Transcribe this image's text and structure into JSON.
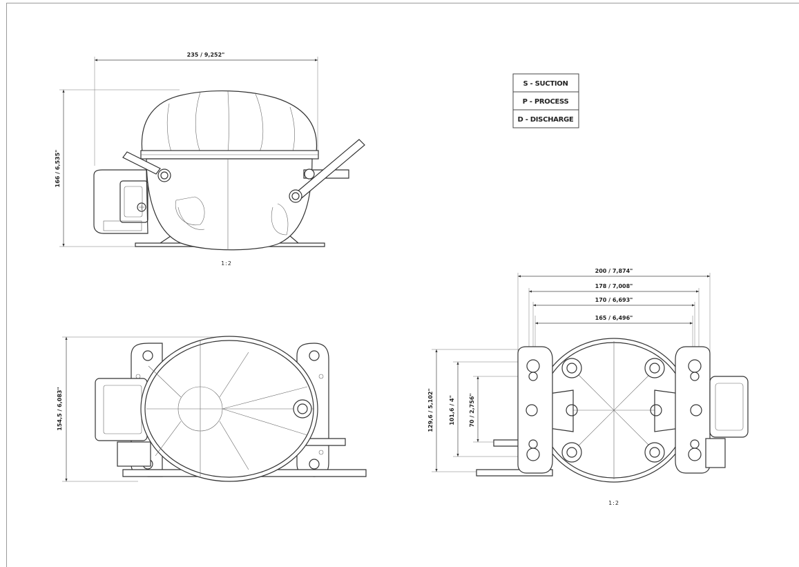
{
  "legend": {
    "suction": "S - SUCTION",
    "process": "P - PROCESS",
    "discharge": "D - DISCHARGE"
  },
  "side_view": {
    "width_dim": "235 / 9,252\"",
    "height_dim": "166 / 6,535\"",
    "scale": "1:2"
  },
  "top_view": {
    "height_dim": "154,5 / 6,083\""
  },
  "base_view": {
    "dim_200": "200 / 7,874\"",
    "dim_178": "178 / 7,008\"",
    "dim_170": "170 / 6,693\"",
    "dim_165": "165 / 6,496\"",
    "dim_129": "129,6 / 5,102\"",
    "dim_101": "101,6 / 4\"",
    "dim_70": "70 / 2,756\"",
    "scale": "1:2"
  }
}
